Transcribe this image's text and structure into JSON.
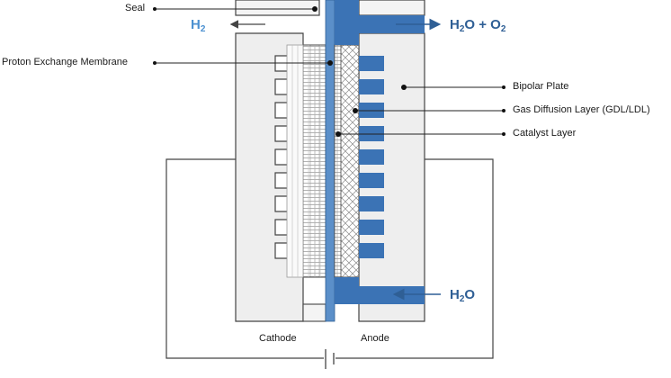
{
  "colors": {
    "plate_fill": "#eeeeee",
    "outline": "#444444",
    "membrane": "#5b8fc9",
    "channel": "#3b73b5",
    "h2_text": "#4b90d0",
    "product_text": "#2f5f95"
  },
  "labels": {
    "seal": "Seal",
    "pem": "Proton Exchange Membrane",
    "bipolar": "Bipolar Plate",
    "gdl": "Gas Diffusion Layer (GDL/LDL)",
    "catalyst": "Catalyst Layer",
    "cathode": "Cathode",
    "anode": "Anode"
  },
  "chemistry": {
    "h2": {
      "main": "H",
      "sub": "2"
    },
    "out": {
      "a": "H",
      "a_sub": "2",
      "b": "O + O",
      "b_sub": "2"
    },
    "in": {
      "a": "H",
      "a_sub": "2",
      "b": "O"
    }
  },
  "icons": {
    "arrows": "arrow-icon",
    "battery": "battery-icon"
  }
}
